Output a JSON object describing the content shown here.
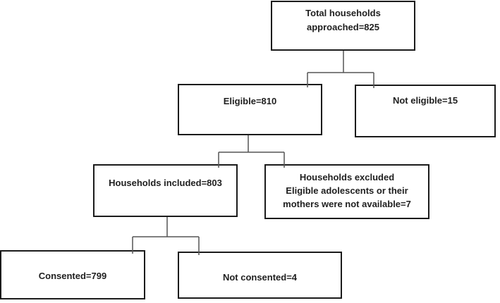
{
  "colors": {
    "background": "#ffffff",
    "box_border": "#1b1b1b",
    "connector": "#555555",
    "text": "#1f1f1f"
  },
  "nodes": {
    "total": {
      "lines": [
        "Total households",
        "approached=825"
      ]
    },
    "eligible": {
      "lines": [
        "Eligible=810"
      ]
    },
    "not_eligible": {
      "lines": [
        "Not eligible=15"
      ]
    },
    "included": {
      "lines": [
        "Households included=803"
      ]
    },
    "excluded": {
      "lines": [
        "Households excluded",
        "Eligible adolescents or their",
        "mothers were not available=7"
      ]
    },
    "consented": {
      "lines": [
        "Consented=799"
      ]
    },
    "not_consented": {
      "lines": [
        "Not consented=4"
      ]
    }
  },
  "edges": [
    {
      "from": "total",
      "to": [
        "eligible",
        "not_eligible"
      ]
    },
    {
      "from": "eligible",
      "to": [
        "included",
        "excluded"
      ]
    },
    {
      "from": "included",
      "to": [
        "consented",
        "not_consented"
      ]
    }
  ]
}
